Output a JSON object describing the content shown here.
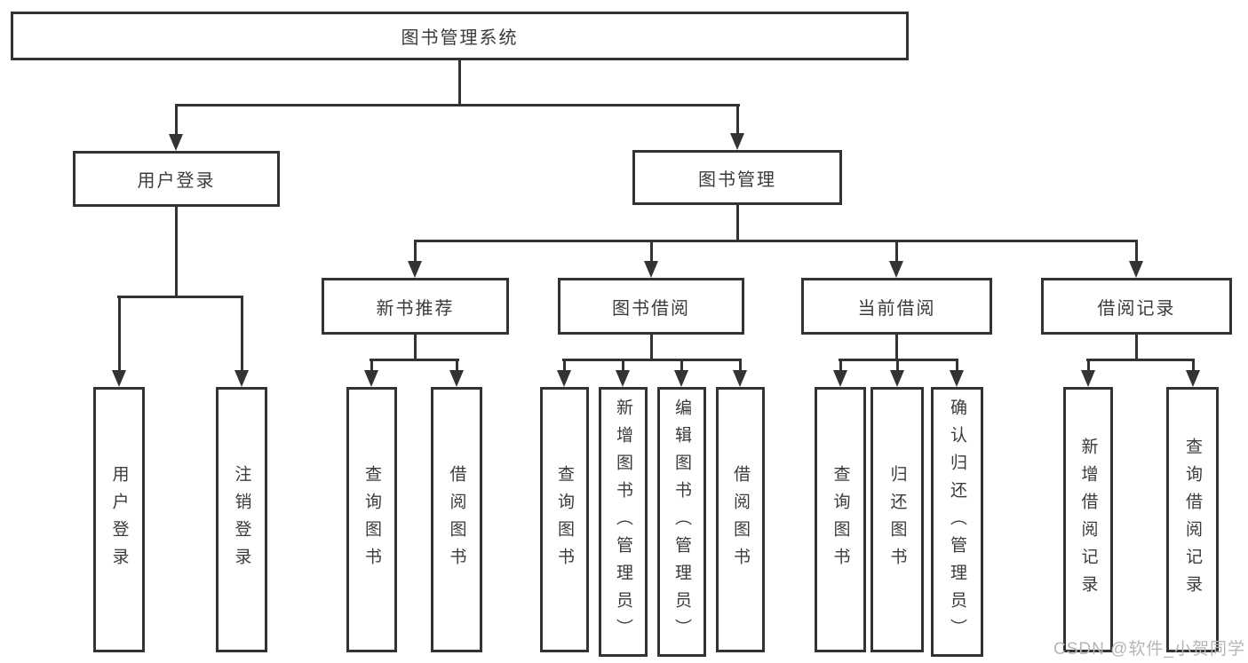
{
  "diagram": {
    "type": "tree",
    "root": {
      "label": "图书管理系统",
      "children": [
        {
          "label": "用户登录",
          "children": [
            {
              "label": "用户登录"
            },
            {
              "label": "注销登录"
            }
          ]
        },
        {
          "label": "图书管理",
          "children": [
            {
              "label": "新书推荐",
              "children": [
                {
                  "label": "查询图书"
                },
                {
                  "label": "借阅图书"
                }
              ]
            },
            {
              "label": "图书借阅",
              "children": [
                {
                  "label": "查询图书"
                },
                {
                  "label": "新增图书（管理员）"
                },
                {
                  "label": "编辑图书（管理员）"
                },
                {
                  "label": "借阅图书"
                }
              ]
            },
            {
              "label": "当前借阅",
              "children": [
                {
                  "label": "查询图书"
                },
                {
                  "label": "归还图书"
                },
                {
                  "label": "确认归还（管理员）"
                }
              ]
            },
            {
              "label": "借阅记录",
              "children": [
                {
                  "label": "新增借阅记录"
                },
                {
                  "label": "查询借阅记录"
                }
              ]
            }
          ]
        }
      ]
    }
  },
  "watermark": {
    "text": "CSDN @软件_小贺同学"
  },
  "colors": {
    "line": "#333333",
    "text": "#3b3b3b",
    "watermark_gray": "#b6b6b6",
    "background": "#ffffff"
  }
}
